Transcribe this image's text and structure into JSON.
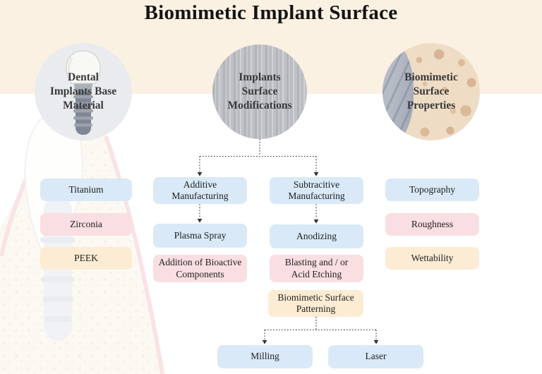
{
  "title": "Biomimetic Implant Surface",
  "palette": {
    "header_band": "#fbf1e2",
    "box_blue": "#d9e9f7",
    "box_pink": "#f9dee2",
    "box_orange": "#fcecd3",
    "text_dark": "#222222"
  },
  "circles": {
    "base_material": {
      "label": "Dental Implants Base Material",
      "lines": [
        "Dental",
        "Implants Base",
        "Material"
      ],
      "icon": "dental-implant-icon"
    },
    "surface_modifications": {
      "label": "Implants Surface Modifications",
      "lines": [
        "Implants",
        "Surface",
        "Modifications"
      ],
      "icon": "striped-surface-texture"
    },
    "surface_properties": {
      "label": "Biomimetic Surface Properties",
      "lines": [
        "Biomimetic",
        "Surface",
        "Properties"
      ],
      "icon": "bone-tissue-texture"
    }
  },
  "base_materials": {
    "titanium": "Titanium",
    "zirconia": "Zirconia",
    "peek": "PEEK"
  },
  "modifications": {
    "additive": {
      "lines": [
        "Additive",
        "Manufacturing"
      ]
    },
    "subtractive": {
      "lines": [
        "Subtracitive",
        "Manufacturing"
      ]
    },
    "plasma_spray": "Plasma Spray",
    "anodizing": "Anodizing",
    "bioactive": {
      "lines": [
        "Addition of Bioactive",
        "Components"
      ]
    },
    "blasting": {
      "lines": [
        "Blasting and / or",
        "Acid Etching"
      ]
    },
    "patterning": {
      "lines": [
        "Biomimetic Surface",
        "Patterning"
      ]
    },
    "milling": "Milling",
    "laser": "Laser"
  },
  "properties": {
    "topography": "Topography",
    "roughness": "Roughness",
    "wettability": "Wettability"
  }
}
